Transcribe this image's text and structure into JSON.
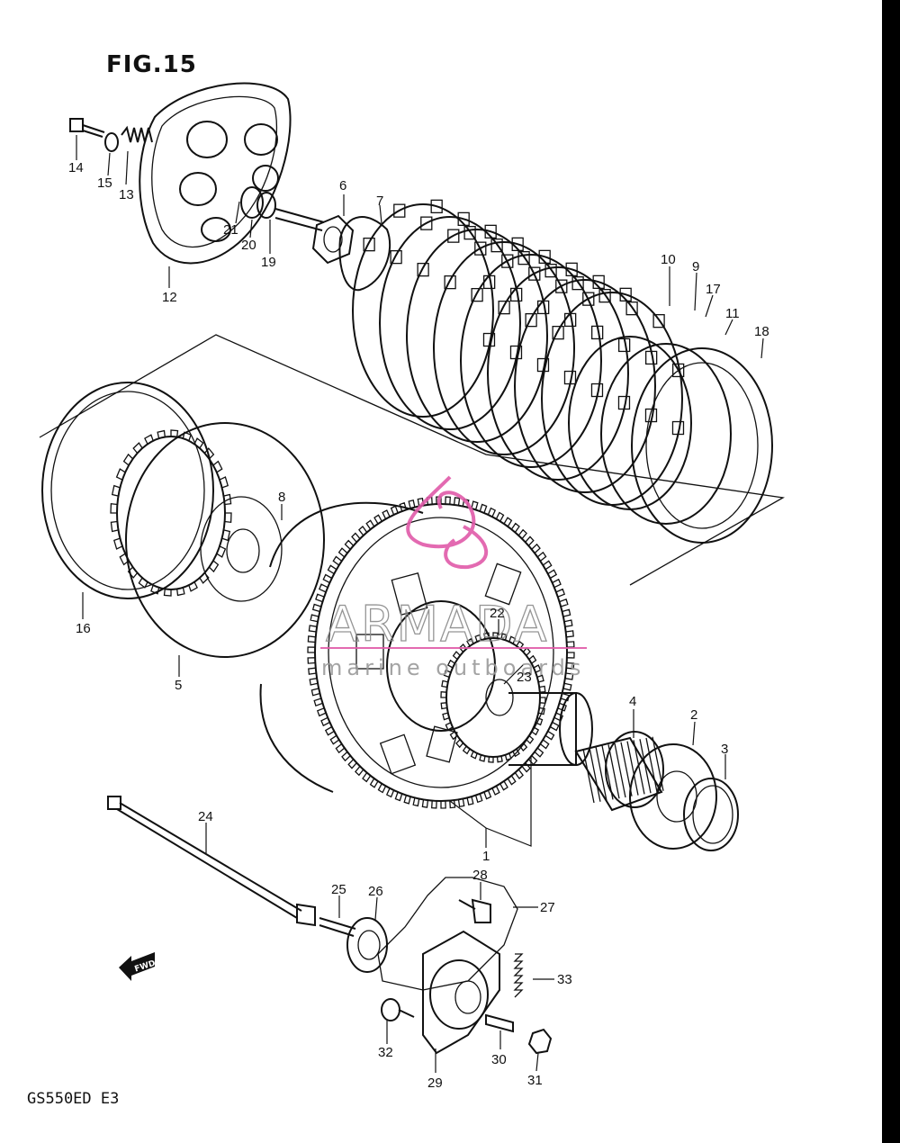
{
  "figure": {
    "title": "FIG.15",
    "model": "GS550ED E3",
    "direction_label": "FWD"
  },
  "watermark": {
    "brand": "ARMADA",
    "tagline": "marine outboards",
    "accent_color": "#e05aa8"
  },
  "callouts": [
    {
      "id": "14",
      "text": "14"
    },
    {
      "id": "15",
      "text": "15"
    },
    {
      "id": "13",
      "text": "13"
    },
    {
      "id": "21",
      "text": "21"
    },
    {
      "id": "20",
      "text": "20"
    },
    {
      "id": "19",
      "text": "19"
    },
    {
      "id": "12",
      "text": "12"
    },
    {
      "id": "6",
      "text": "6"
    },
    {
      "id": "7",
      "text": "7"
    },
    {
      "id": "10",
      "text": "10"
    },
    {
      "id": "9",
      "text": "9"
    },
    {
      "id": "17",
      "text": "17"
    },
    {
      "id": "11",
      "text": "11"
    },
    {
      "id": "18",
      "text": "18"
    },
    {
      "id": "8",
      "text": "8"
    },
    {
      "id": "16",
      "text": "16"
    },
    {
      "id": "5",
      "text": "5"
    },
    {
      "id": "22",
      "text": "22"
    },
    {
      "id": "23",
      "text": "23"
    },
    {
      "id": "4",
      "text": "4"
    },
    {
      "id": "2",
      "text": "2"
    },
    {
      "id": "3",
      "text": "3"
    },
    {
      "id": "1",
      "text": "1"
    },
    {
      "id": "24",
      "text": "24"
    },
    {
      "id": "28",
      "text": "28"
    },
    {
      "id": "25",
      "text": "25"
    },
    {
      "id": "26",
      "text": "26"
    },
    {
      "id": "27",
      "text": "27"
    },
    {
      "id": "33",
      "text": "33"
    },
    {
      "id": "32",
      "text": "32"
    },
    {
      "id": "30",
      "text": "30"
    },
    {
      "id": "29",
      "text": "29"
    },
    {
      "id": "31",
      "text": "31"
    }
  ]
}
